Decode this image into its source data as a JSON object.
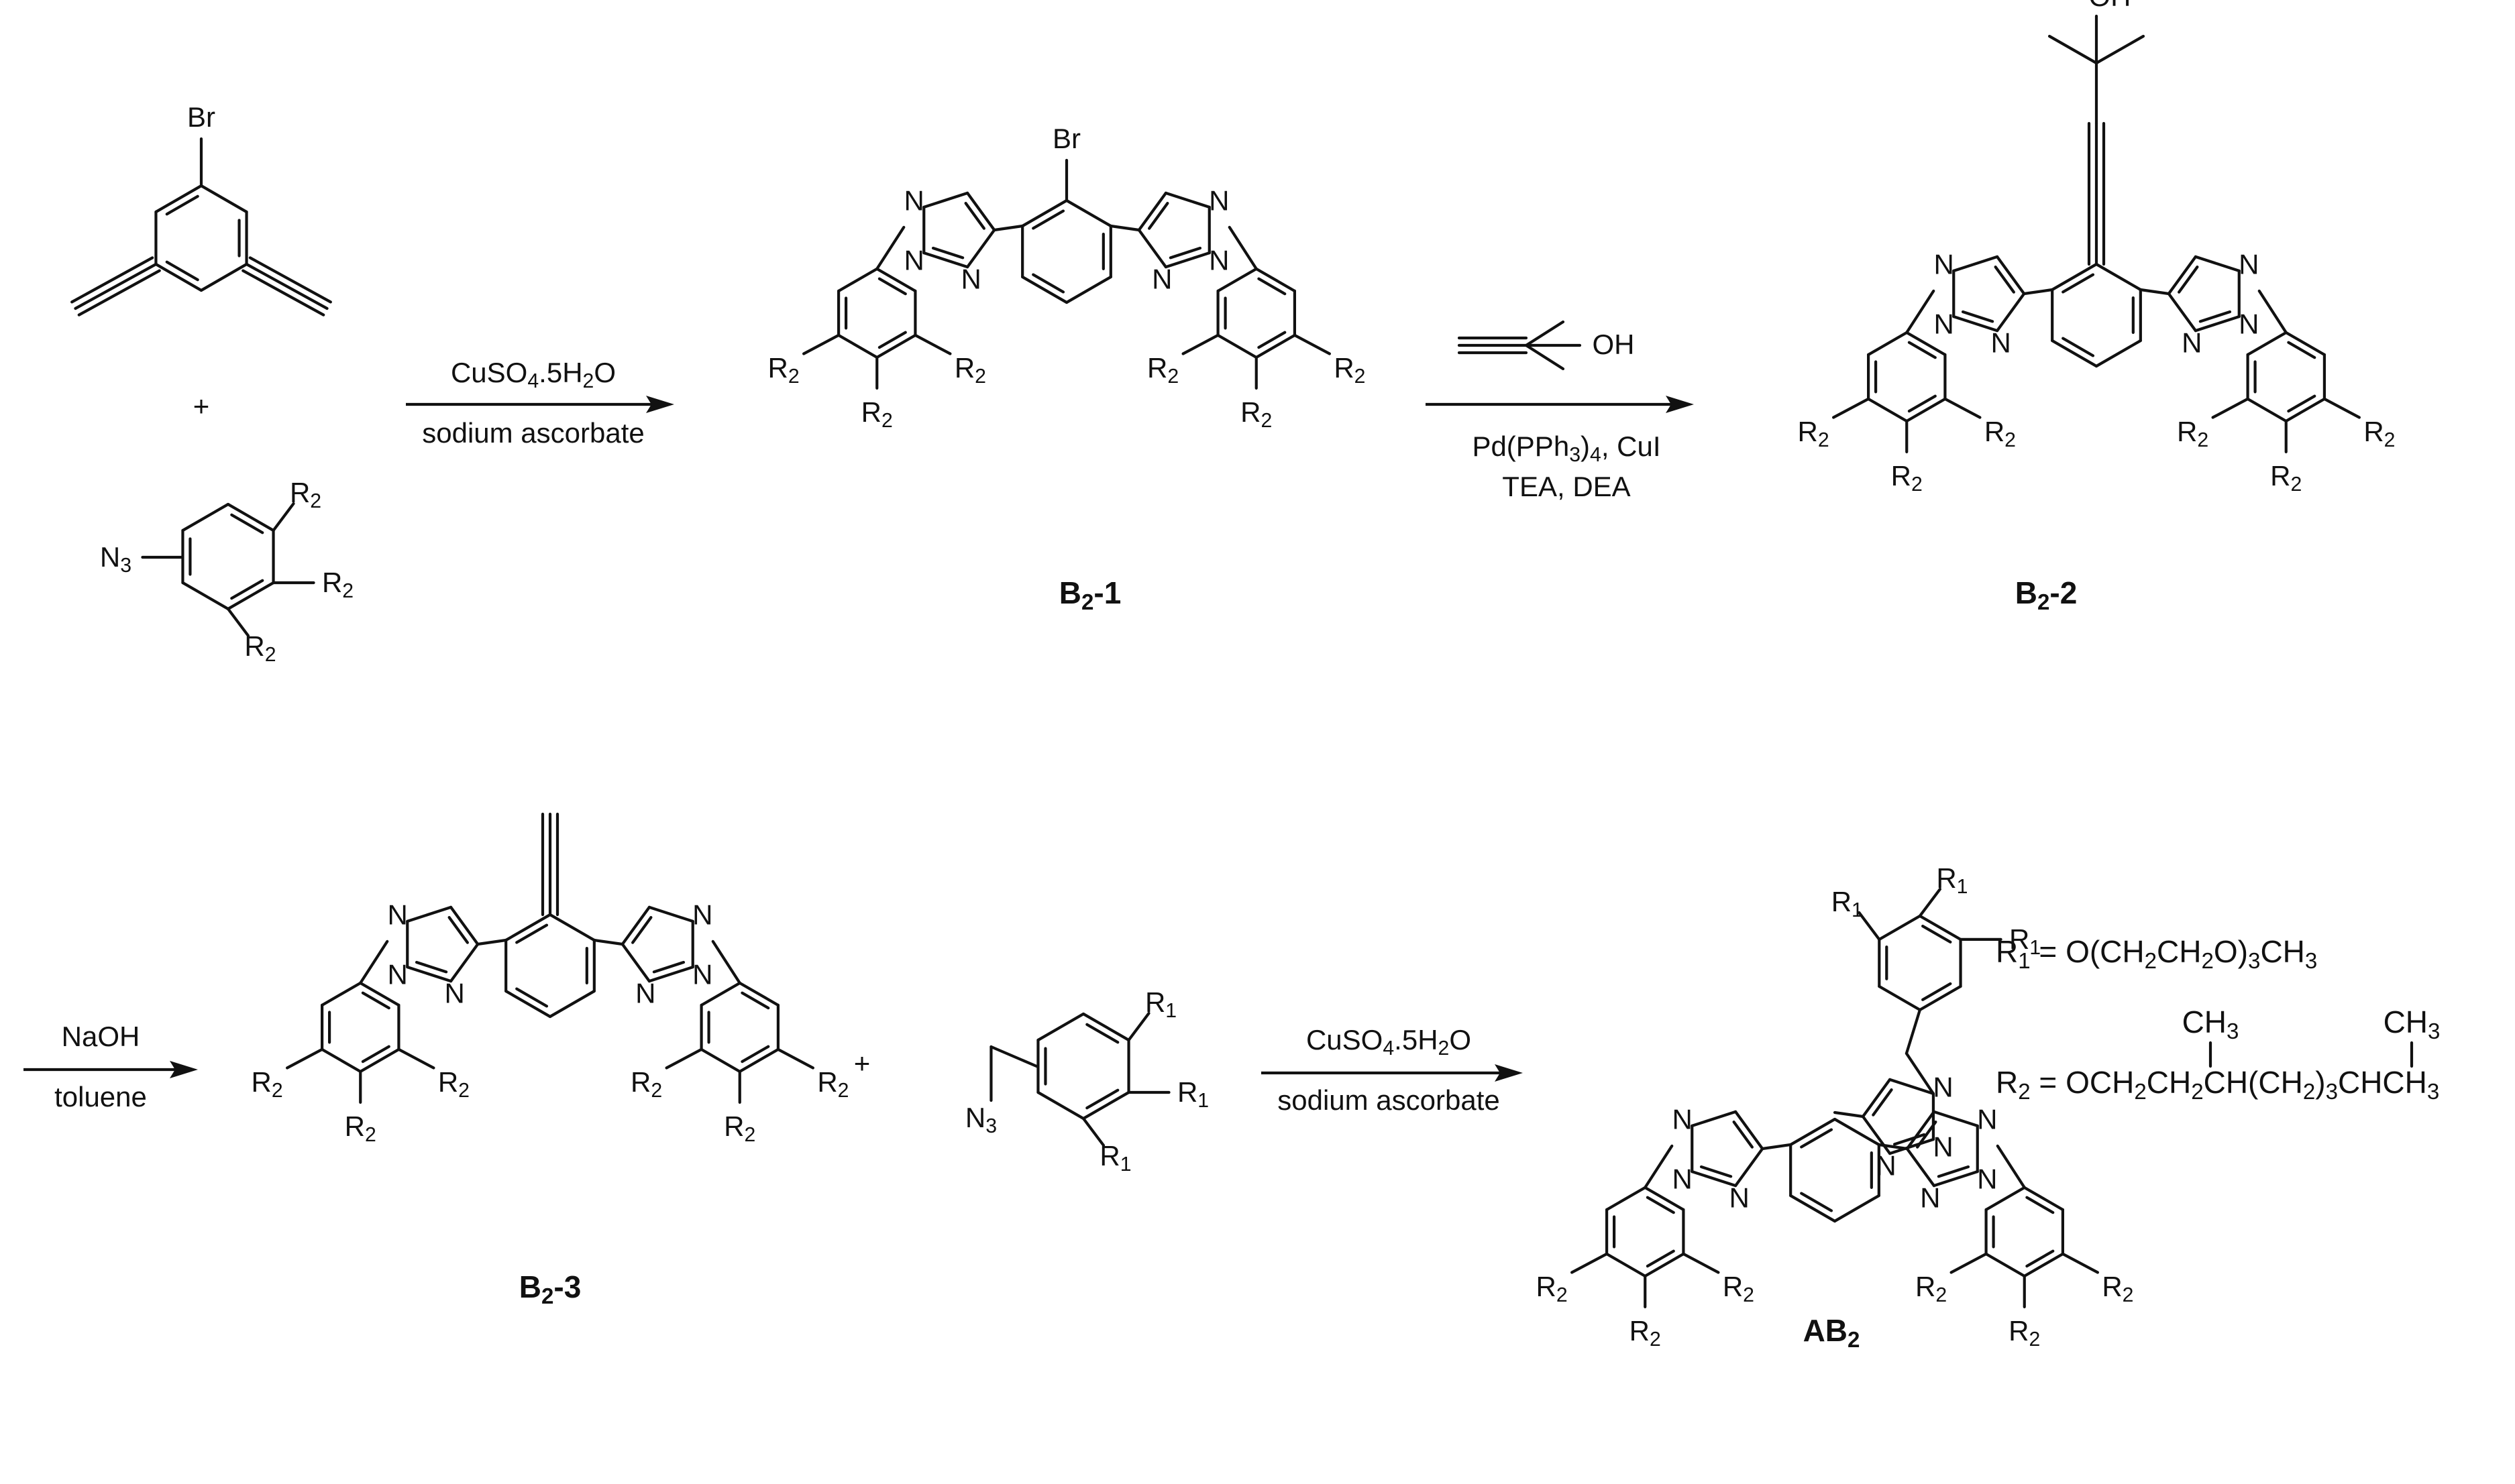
{
  "reaction_1": {
    "arrow_reagent_top": [
      "CuSO",
      "4",
      ".5H",
      "2",
      "O"
    ],
    "arrow_reagent_bottom": "sodium ascorbate",
    "plus": "+"
  },
  "reaction_2": {
    "arrow_reagent_top": [
      "Pd(PPh",
      "3",
      ")",
      "4",
      ", CuI"
    ],
    "arrow_reagent_bottom": "TEA, DEA",
    "alkyne_group": "OH"
  },
  "reaction_3": {
    "arrow_reagent_top": "NaOH",
    "arrow_reagent_bottom": "toluene"
  },
  "reaction_4": {
    "arrow_reagent_top": [
      "CuSO",
      "4",
      ".5H",
      "2",
      "O"
    ],
    "arrow_reagent_bottom": "sodium ascorbate",
    "plus": "+"
  },
  "compounds": {
    "b2_1": [
      "B",
      "2",
      "-1"
    ],
    "b2_2": [
      "B",
      "2",
      "-2"
    ],
    "b2_3": [
      "B",
      "2",
      "-3"
    ],
    "ab2": [
      "AB",
      "2"
    ]
  },
  "atoms": {
    "br": "Br",
    "oh": "OH",
    "n": "N",
    "n3": [
      "N",
      "3"
    ],
    "r1": [
      "R",
      "1"
    ],
    "r2": [
      "R",
      "2"
    ]
  },
  "definitions": {
    "r1": [
      "R",
      "1",
      " = O(CH",
      "2",
      "CH",
      "2",
      "O)",
      "3",
      "CH",
      "3"
    ],
    "r2": [
      "R",
      "2",
      " = OCH",
      "2",
      "CH",
      "2",
      "CH(CH",
      "2",
      ")",
      "3",
      "CHCH",
      "3"
    ],
    "r2_branch_a": [
      "CH",
      "3"
    ],
    "r2_branch_b": [
      "CH",
      "3"
    ]
  },
  "colors": {
    "ink": "#111111",
    "background": "#ffffff"
  }
}
